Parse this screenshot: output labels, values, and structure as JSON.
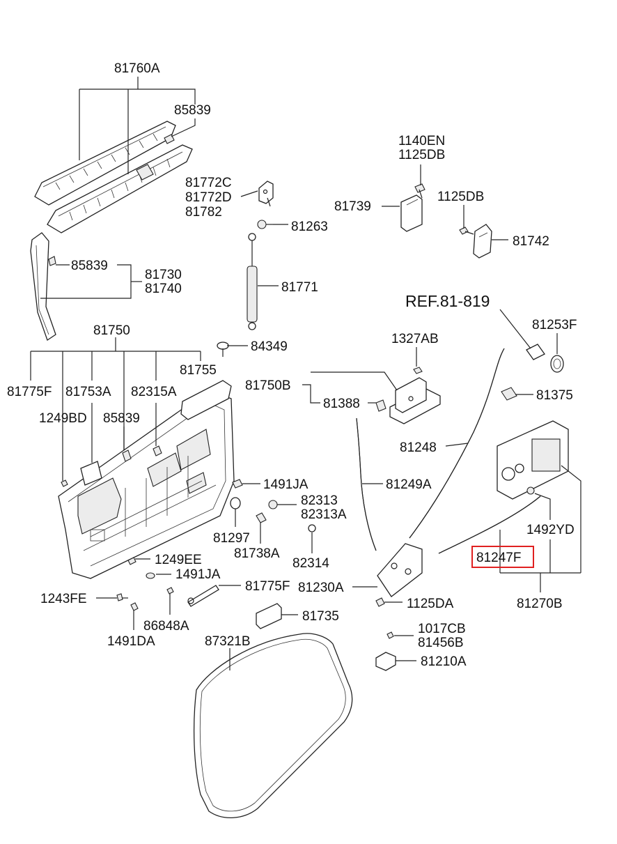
{
  "labels": {
    "p81760A": "81760A",
    "p85839_top": "85839",
    "p81772C": "81772C",
    "p81772D": "81772D",
    "p81782": "81782",
    "p81263": "81263",
    "p85839_mid": "85839",
    "p81730": "81730",
    "p81740": "81740",
    "p81771": "81771",
    "p1140EN": "1140EN",
    "p1125DB_a": "1125DB",
    "p81739": "81739",
    "p1125DB_b": "1125DB",
    "p81742": "81742",
    "ref": "REF.81-819",
    "p81253F": "81253F",
    "p81750": "81750",
    "p84349": "84349",
    "p1327AB": "1327AB",
    "p81755": "81755",
    "p81750B": "81750B",
    "p81375": "81375",
    "p81775F_a": "81775F",
    "p81753A": "81753A",
    "p82315A": "82315A",
    "p81388": "81388",
    "p1249BD": "1249BD",
    "p85839_low": "85839",
    "p81248": "81248",
    "p1491JA_a": "1491JA",
    "p81249A": "81249A",
    "p82313": "82313",
    "p82313A": "82313A",
    "p1492YD": "1492YD",
    "p81297": "81297",
    "p81738A": "81738A",
    "p82314": "82314",
    "p81247F": "81247F",
    "p1249EE": "1249EE",
    "p1491JA_b": "1491JA",
    "p81775F_b": "81775F",
    "p81230A": "81230A",
    "p1243FE": "1243FE",
    "p1125DA": "1125DA",
    "p81270B": "81270B",
    "p86848A": "86848A",
    "p81735": "81735",
    "p1491DA": "1491DA",
    "p1017CB": "1017CB",
    "p87321B": "87321B",
    "p81456B": "81456B",
    "p81210A": "81210A"
  },
  "highlight": {
    "part": "81247F",
    "color": "#e02020"
  },
  "icons": {
    "bolt": "bolt-icon",
    "clip": "clip-icon"
  }
}
